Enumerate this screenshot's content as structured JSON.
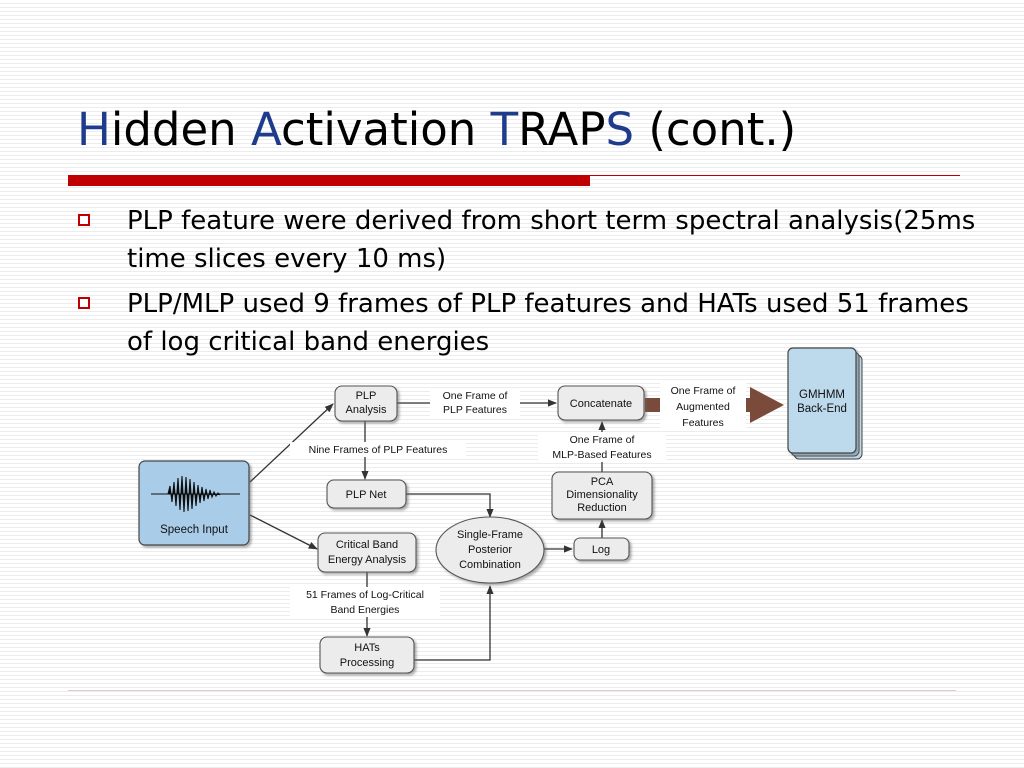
{
  "slide": {
    "title_parts": [
      {
        "text": "H",
        "accent": true
      },
      {
        "text": "idden ",
        "accent": false
      },
      {
        "text": "A",
        "accent": true
      },
      {
        "text": "ctivation ",
        "accent": false
      },
      {
        "text": "T",
        "accent": true
      },
      {
        "text": "RAP",
        "accent": false
      },
      {
        "text": "S",
        "accent": true
      },
      {
        "text": " (cont.)",
        "accent": false
      }
    ],
    "bullets": [
      "PLP feature were derived from short term spectral analysis(25ms time slices every 10 ms)",
      "PLP/MLP used 9 frames of PLP features and HATs used 51 frames of log critical band energies"
    ]
  },
  "diagram": {
    "nodes": {
      "speech_input": "Speech Input",
      "plp_analysis": [
        "PLP",
        "Analysis"
      ],
      "concatenate": "Concatenate",
      "gmhmm": [
        "GMHMM",
        "Back-End"
      ],
      "plp_net": "PLP Net",
      "critical_band": [
        "Critical Band",
        "Energy Analysis"
      ],
      "single_frame": [
        "Single-Frame",
        "Posterior",
        "Combination"
      ],
      "log": "Log",
      "pca": [
        "PCA",
        "Dimensionality",
        "Reduction"
      ],
      "hats": [
        "HATs",
        "Processing"
      ]
    },
    "labels": {
      "one_frame_plp": [
        "One Frame of",
        "PLP Features"
      ],
      "one_frame_aug": [
        "One Frame of",
        "Augmented",
        "Features"
      ],
      "nine_frames": "Nine Frames of PLP Features",
      "one_frame_mlp": [
        "One Frame of",
        "MLP-Based Features"
      ],
      "fifty_one": [
        "51 Frames of Log-Critical",
        "Band Energies"
      ]
    }
  },
  "colors": {
    "title_accent": "#1f3c8c",
    "rule": "#c00000",
    "speech_box": "#a9cce8",
    "gmhmm_box": "#bdd9ec",
    "node_fill": "#ececec",
    "thick_arrow": "#7a4a3a"
  }
}
